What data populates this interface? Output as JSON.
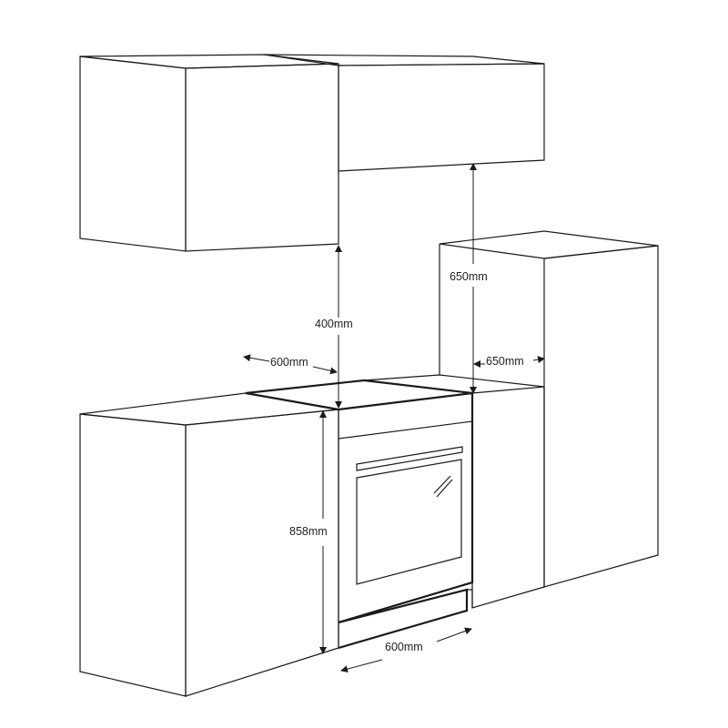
{
  "dimensions": {
    "upper_gap": "400mm",
    "hood_gap": "650mm",
    "hob_depth": "600mm",
    "side_depth": "650mm",
    "counter_height": "858mm",
    "oven_width": "600mm"
  },
  "colors": {
    "line": "#1a1a1a",
    "background": "#ffffff"
  }
}
